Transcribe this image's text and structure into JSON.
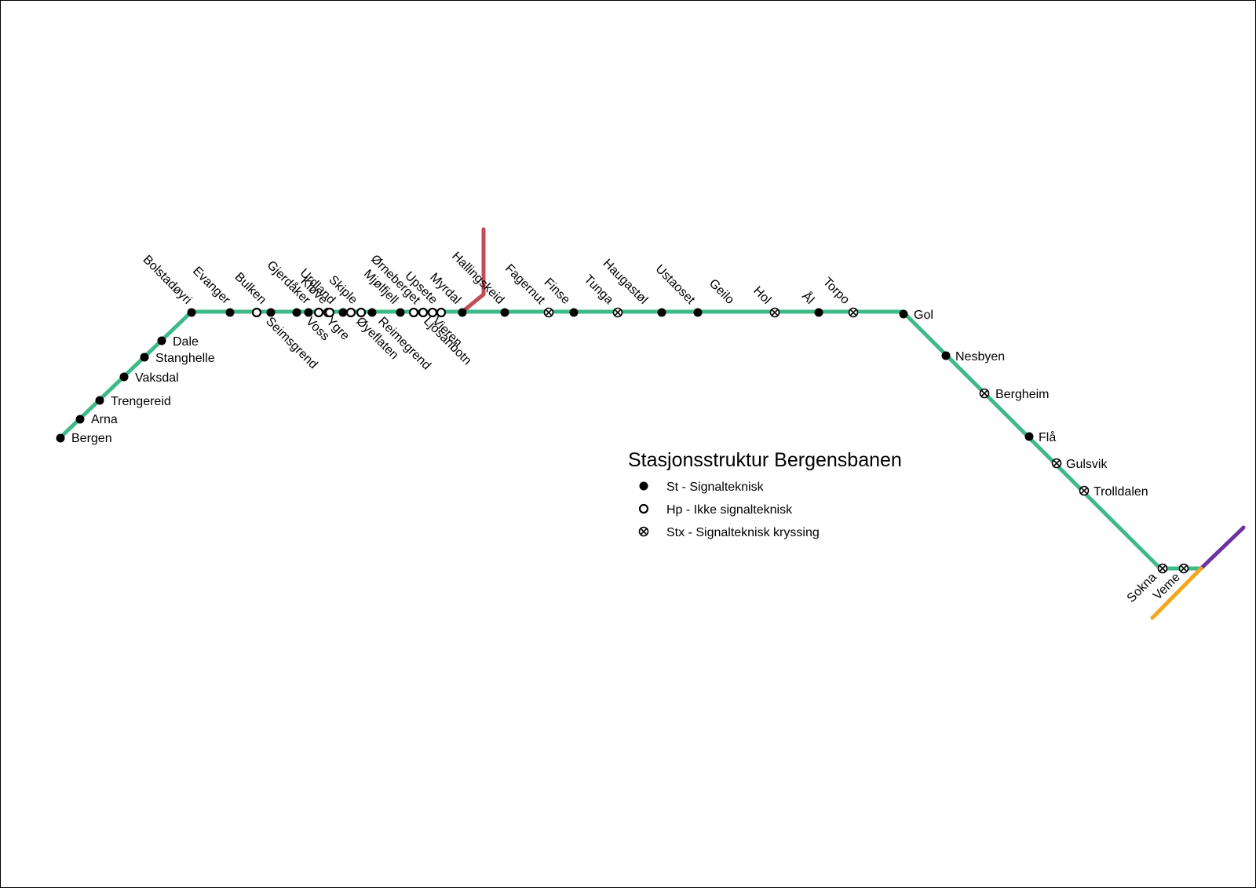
{
  "title": "Stasjonsstruktur Bergensbanen",
  "colors": {
    "main_line": "#3dba87",
    "branch_flam": "#c34c58",
    "branch_numedal": "#7030a0",
    "branch_randsfjord": "#f5a71b",
    "station_fill": "#000000",
    "background": "#ffffff"
  },
  "legend": [
    {
      "symbol": "filled-dot",
      "text": "St - Signalteknisk"
    },
    {
      "symbol": "open-circle",
      "text": "Hp - Ikke signalteknisk"
    },
    {
      "symbol": "crossed-circle",
      "text": "Stx - Signalteknisk kryssing"
    }
  ],
  "stations": [
    {
      "name": "Bergen",
      "type": "st"
    },
    {
      "name": "Arna",
      "type": "st"
    },
    {
      "name": "Trengereid",
      "type": "st"
    },
    {
      "name": "Vaksdal",
      "type": "st"
    },
    {
      "name": "Stanghelle",
      "type": "st"
    },
    {
      "name": "Dale",
      "type": "st"
    },
    {
      "name": "Bolstadøyri",
      "type": "st"
    },
    {
      "name": "Evanger",
      "type": "st"
    },
    {
      "name": "Bulken",
      "type": "hp"
    },
    {
      "name": "Seimsgrend",
      "type": "st"
    },
    {
      "name": "Gjerdåker",
      "type": "hp"
    },
    {
      "name": "Voss",
      "type": "st"
    },
    {
      "name": "Urdland",
      "type": "hp"
    },
    {
      "name": "Kløve",
      "type": "hp"
    },
    {
      "name": "Ygre",
      "type": "hp"
    },
    {
      "name": "Skiple",
      "type": "st"
    },
    {
      "name": "Øyeflaten",
      "type": "hp"
    },
    {
      "name": "Mjølfjell",
      "type": "hp"
    },
    {
      "name": "Reimegrend",
      "type": "st"
    },
    {
      "name": "Ørneberget",
      "type": "st"
    },
    {
      "name": "Upsete",
      "type": "hp"
    },
    {
      "name": "Ljosanbotn",
      "type": "hp"
    },
    {
      "name": "Vieren",
      "type": "hp"
    },
    {
      "name": "Myrdal",
      "type": "hp"
    },
    {
      "name": "Hallingskeid",
      "type": "st"
    },
    {
      "name": "Fagernut",
      "type": "st"
    },
    {
      "name": "Finse",
      "type": "stx"
    },
    {
      "name": "Tunga",
      "type": "st"
    },
    {
      "name": "Haugastøl",
      "type": "stx"
    },
    {
      "name": "Ustaoset",
      "type": "st"
    },
    {
      "name": "Geilo",
      "type": "st"
    },
    {
      "name": "Hol",
      "type": "st"
    },
    {
      "name": "Ål",
      "type": "stx"
    },
    {
      "name": "Torpo",
      "type": "st"
    },
    {
      "name": "Gol",
      "type": "stx"
    },
    {
      "name": "Nesbyen",
      "type": "st"
    },
    {
      "name": "Bergheim",
      "type": "st"
    },
    {
      "name": "Flå",
      "type": "stx"
    },
    {
      "name": "Gulsvik",
      "type": "st"
    },
    {
      "name": "Trolldalen",
      "type": "stx"
    },
    {
      "name": "Sokna",
      "type": "stx"
    },
    {
      "name": "Veme",
      "type": "stx"
    }
  ]
}
